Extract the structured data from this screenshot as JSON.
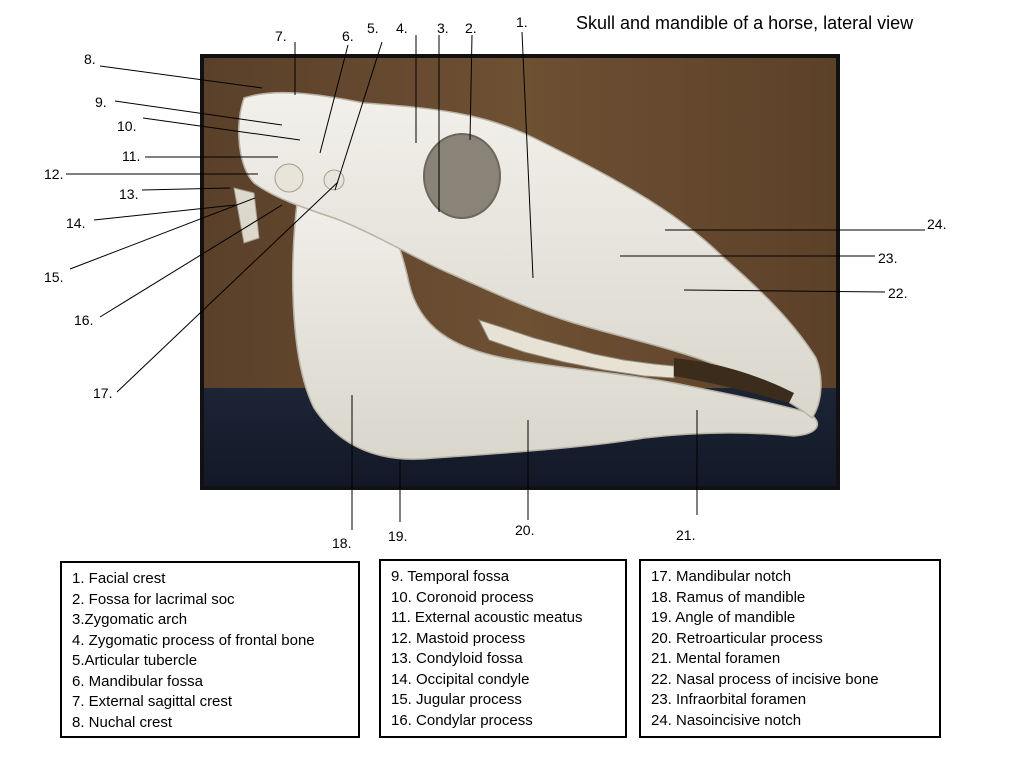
{
  "title": "Skull and mandible of a horse, lateral view",
  "callouts": {
    "n1": "1.",
    "n2": "2.",
    "n3": "3.",
    "n4": "4.",
    "n5": "5.",
    "n6": "6.",
    "n7": "7.",
    "n8": "8.",
    "n9": "9.",
    "n10": "10.",
    "n11": "11.",
    "n12": "12.",
    "n13": "13.",
    "n14": "14.",
    "n15": "15.",
    "n16": "16.",
    "n17": "17.",
    "n18": "18.",
    "n19": "19.",
    "n20": "20.",
    "n21": "21.",
    "n22": "22.",
    "n23": "23.",
    "n24": "24."
  },
  "legend": {
    "col1": [
      "1. Facial crest",
      "2. Fossa for lacrimal soc",
      "3.Zygomatic arch",
      "4. Zygomatic process of frontal bone",
      "5.Articular tubercle",
      "6. Mandibular fossa",
      "7. External sagittal crest",
      "8. Nuchal crest"
    ],
    "col2": [
      "9. Temporal fossa",
      "10. Coronoid process",
      "11. External acoustic meatus",
      "12. Mastoid process",
      "13. Condyloid fossa",
      "14. Occipital condyle",
      "15. Jugular process",
      "16. Condylar process"
    ],
    "col3": [
      "17. Mandibular notch",
      "18. Ramus of mandible",
      "19. Angle of mandible",
      "20. Retroarticular process",
      "21. Mental foramen",
      "22. Nasal process of incisive bone",
      "23. Infraorbital foramen",
      "24. Nasoincisive notch"
    ]
  }
}
